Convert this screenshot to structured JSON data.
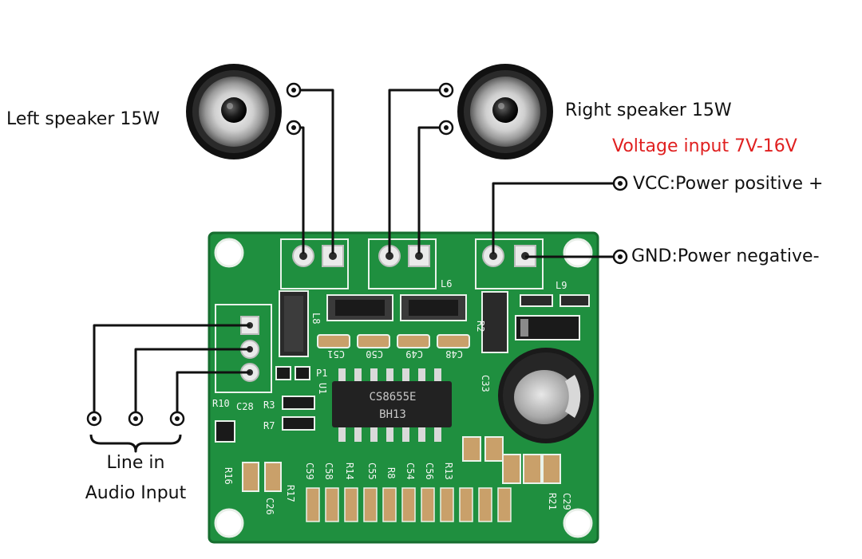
{
  "labels": {
    "left_speaker": "Left speaker 15W",
    "right_speaker": "Right speaker 15W",
    "voltage_input": "Voltage input 7V-16V",
    "vcc": "VCC:Power positive +",
    "gnd": "GND:Power negative-",
    "line_in": "Line in",
    "audio_input": "Audio Input"
  },
  "board": {
    "chip_line1": "CS8655E",
    "chip_line2": "BH13",
    "silkscreen": [
      "L8",
      "L6",
      "L9",
      "R2",
      "C51",
      "C50",
      "C49",
      "C48",
      "C33",
      "P1",
      "U1",
      "R3",
      "R7",
      "R10",
      "C28",
      "R16",
      "C26",
      "R17",
      "C59",
      "C58",
      "R14",
      "C55",
      "R8",
      "C54",
      "C56",
      "R13",
      "R21",
      "C29"
    ]
  },
  "colors": {
    "pcb_green": "#1f8f3f",
    "label_red": "#e02020",
    "wire": "#111111"
  },
  "icons": [
    "speaker-icon",
    "terminal-icon",
    "capacitor-icon"
  ]
}
